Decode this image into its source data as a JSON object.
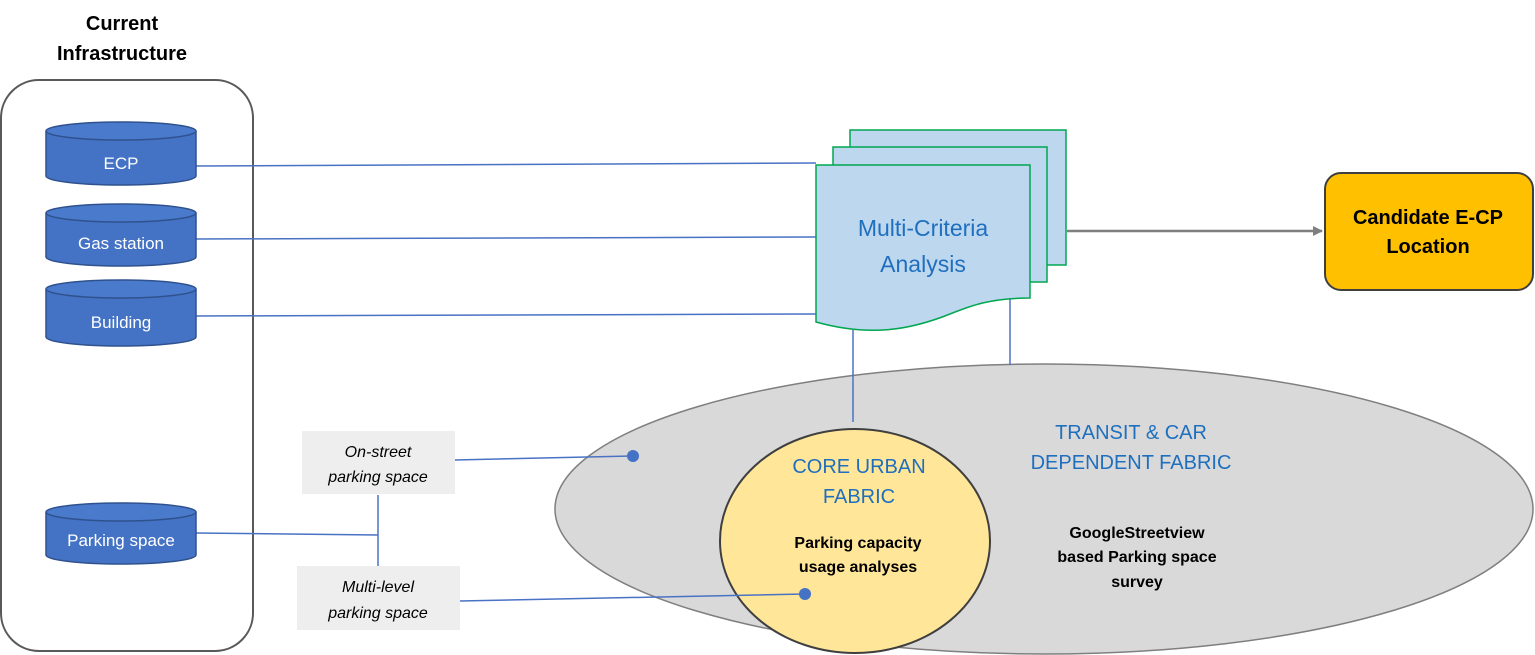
{
  "header": {
    "title_line1": "Current",
    "title_line2": "Infrastructure"
  },
  "infrastructure": {
    "ecp": "ECP",
    "gas_station": "Gas station",
    "building": "Building",
    "parking_space": "Parking space"
  },
  "analysis": {
    "line1": "Multi-Criteria",
    "line2": "Analysis"
  },
  "candidate": {
    "line1": "Candidate E-CP",
    "line2": "Location"
  },
  "outer_zone": {
    "line1": "TRANSIT & CAR",
    "line2": "DEPENDENT FABRIC",
    "survey_line1": "GoogleStreetview",
    "survey_line2": "based Parking space",
    "survey_line3": "survey"
  },
  "core_zone": {
    "line1": "CORE URBAN",
    "line2": "FABRIC",
    "analysis_line1": "Parking capacity",
    "analysis_line2": "usage analyses"
  },
  "parking_types": {
    "on_street_line1": "On-street",
    "on_street_line2": "parking space",
    "multi_level_line1": "Multi-level",
    "multi_level_line2": "parking space"
  },
  "colors": {
    "cylinder_fill": "#4472c4",
    "connector": "#4a72c4",
    "analysis_fill": "#bdd7ee",
    "analysis_stroke": "#00a650",
    "candidate_fill": "#ffc000",
    "outer_zone_fill": "#d9d9d9",
    "core_zone_fill": "#ffe699",
    "zone_text": "#1f6fbf"
  }
}
